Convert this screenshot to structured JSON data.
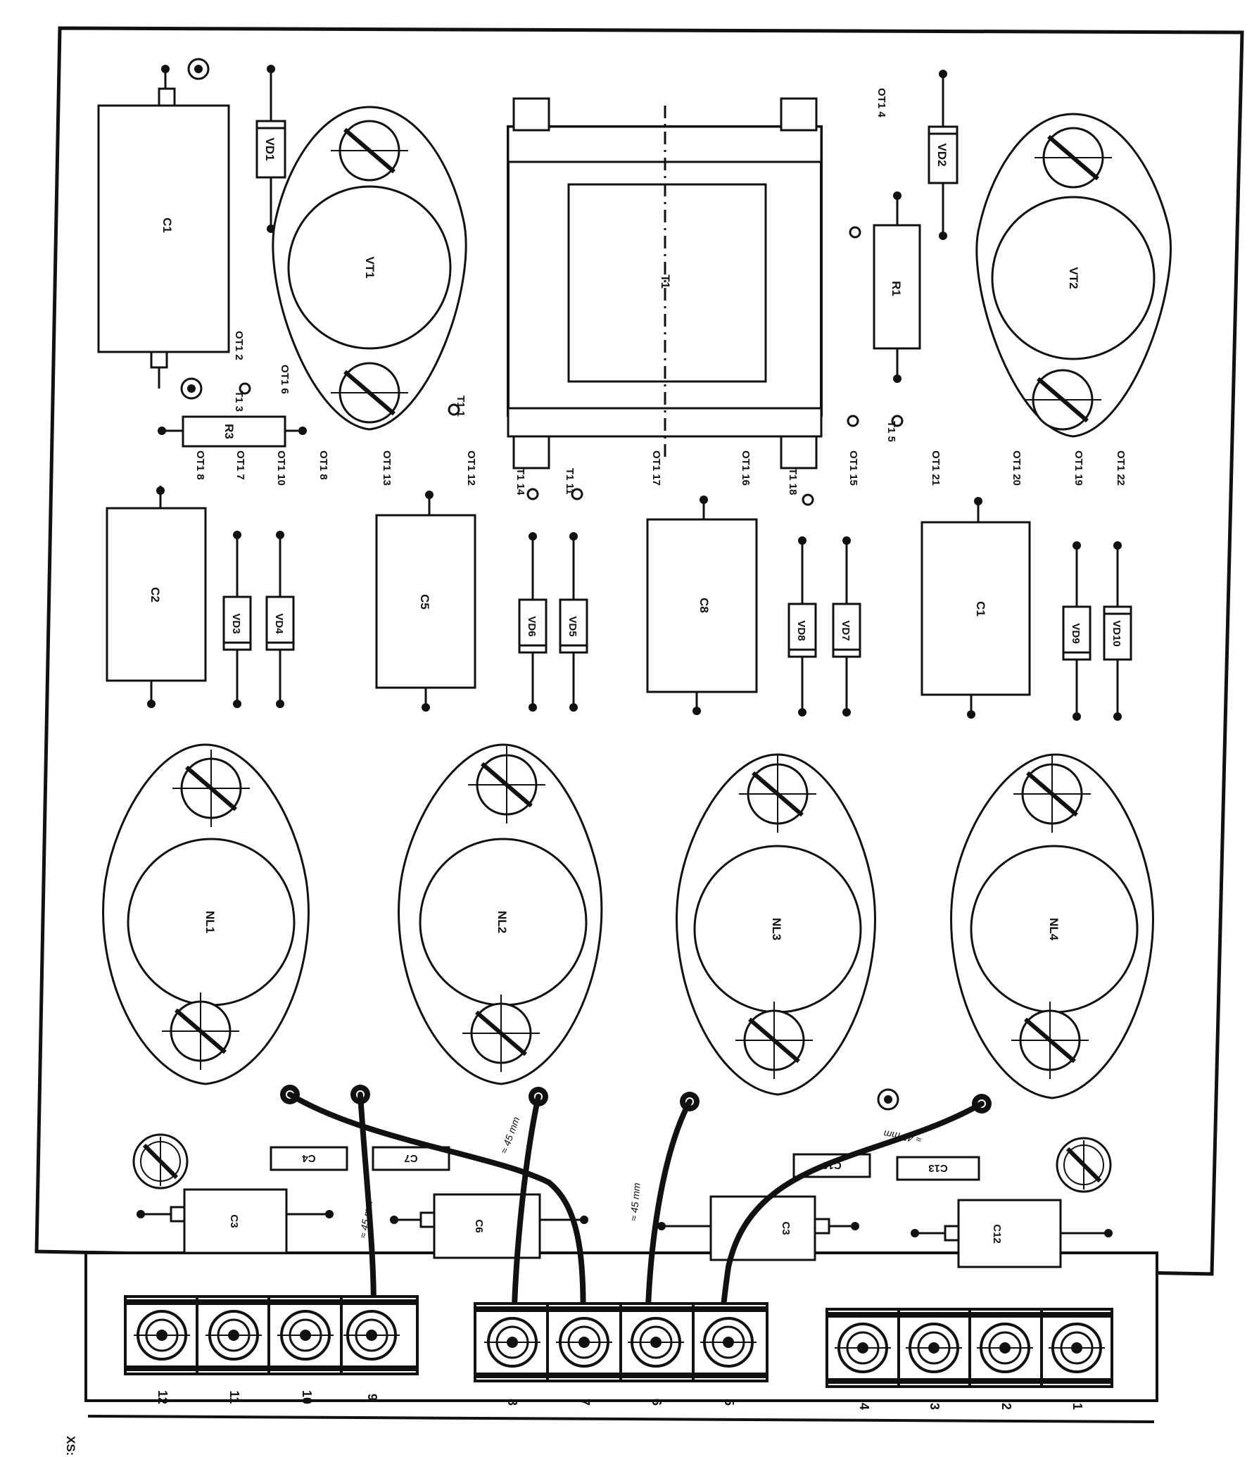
{
  "board": {
    "side_label": "XS:",
    "electrolytic_caps": [
      "C1",
      "C2",
      "C5",
      "C8",
      "C1"
    ],
    "small_caps": [
      "C3",
      "C6",
      "C3",
      "C12"
    ],
    "flat_caps": [
      "C4",
      "C7",
      "C10",
      "C13"
    ],
    "diodes": [
      "VD1",
      "VD2",
      "VD3",
      "VD4",
      "VD6",
      "VD5",
      "VD8",
      "VD7",
      "VD9",
      "VD10"
    ],
    "resistors": [
      "R1",
      "R3"
    ],
    "transistors": [
      "VT1",
      "VT2"
    ],
    "transformer": "T1",
    "large_transistors": [
      "NL1",
      "NL2",
      "NL3",
      "NL4"
    ],
    "test_points": [
      "OT1 2",
      "T1 3",
      "OT1 6",
      "T1 1",
      "OT1 4",
      "T1 5",
      "OT1 8",
      "OT1 7",
      "OT1 10",
      "OT1 8",
      "OT1 13",
      "OT1 12",
      "T1 14",
      "T1 11",
      "OT1 17",
      "OT1 16",
      "T1 18",
      "OT1 15",
      "OT1 21",
      "OT1 20",
      "OT1 19",
      "OT1 22"
    ],
    "terminal_numbers": [
      "12",
      "11",
      "10",
      "9",
      "8",
      "7",
      "6",
      "5",
      "4",
      "3",
      "2",
      "1"
    ],
    "wire_labels": [
      "≈ 45 mm",
      "≈ 45 mm",
      "≈ 45 mm",
      "≈ 45 mm"
    ]
  }
}
